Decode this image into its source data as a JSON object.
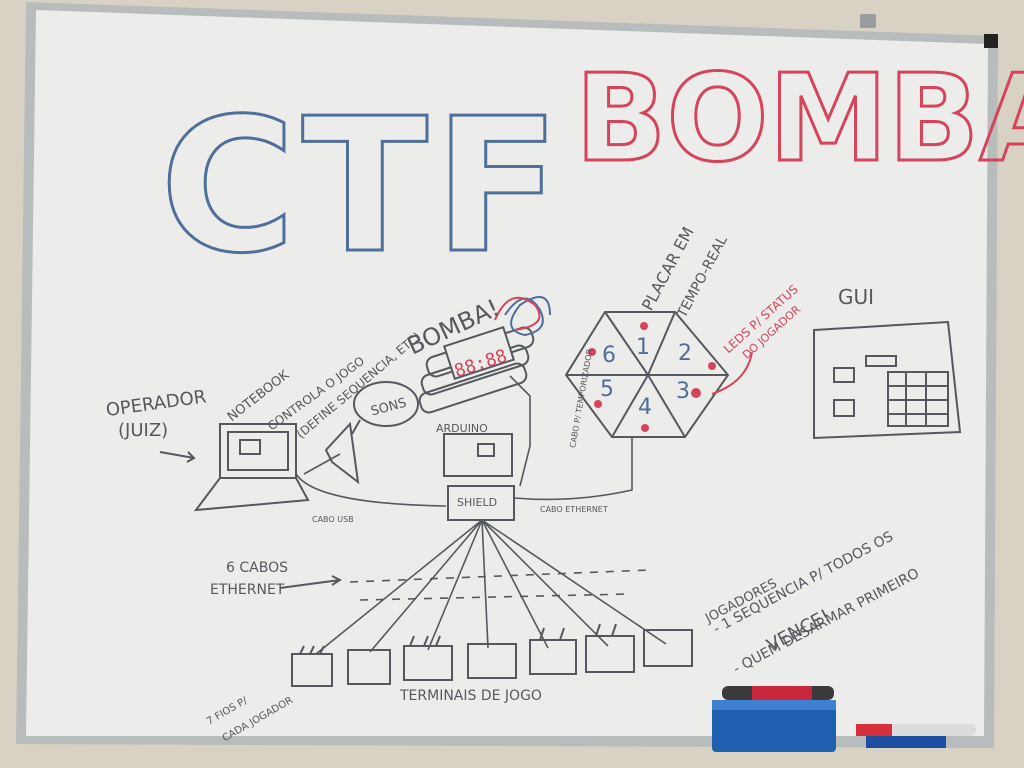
{
  "title": {
    "ctf": "CTF",
    "bomba": "BOMBA"
  },
  "labels": {
    "bomba_exclaim": "BOMBA!",
    "placar": "PLACAR EM",
    "tempo_real": "TEMPO-REAL",
    "gui": "GUI",
    "operador": "OPERADOR",
    "juiz": "(JUIZ)",
    "notebook": "NOTEBOOK",
    "controla": "CONTROLA O JOGO",
    "define": "(DEFINE SEQUENCIA, ETC)",
    "sons": "SONS",
    "arduino": "ARDUINO",
    "shield": "SHIELD",
    "cabo_usb": "CABO USB",
    "cabo_ethernet": "CABO ETHERNET",
    "cabo_temporizador": "CABO P/ TEMPORIZADOR",
    "leds": "LEDS P/ STATUS",
    "do_jogador": "DO JOGADOR",
    "seis_cabos": "6 CABOS",
    "ethernet": "ETHERNET",
    "fios": "7 FIOS P/",
    "cada_jogador": "CADA JOGADOR",
    "terminais": "TERMINAIS DE JOGO",
    "rule1a": "- 1 SEQUENCIA P/ TODOS OS",
    "rule1b": "JOGADORES",
    "rule2": "- QUEM DESARMAR PRIMEIRO",
    "rule3": "VENCE!",
    "timer": "88:88"
  },
  "hexagon_numbers": [
    "1",
    "2",
    "3",
    "4",
    "5",
    "6"
  ],
  "colors": {
    "wall": "#d8d2c4",
    "board": "#ecedea",
    "frame": "#b9bcbd",
    "blue_ink": "#4f6f9a",
    "red_ink": "#d6445c",
    "black_ink": "#55585e"
  }
}
